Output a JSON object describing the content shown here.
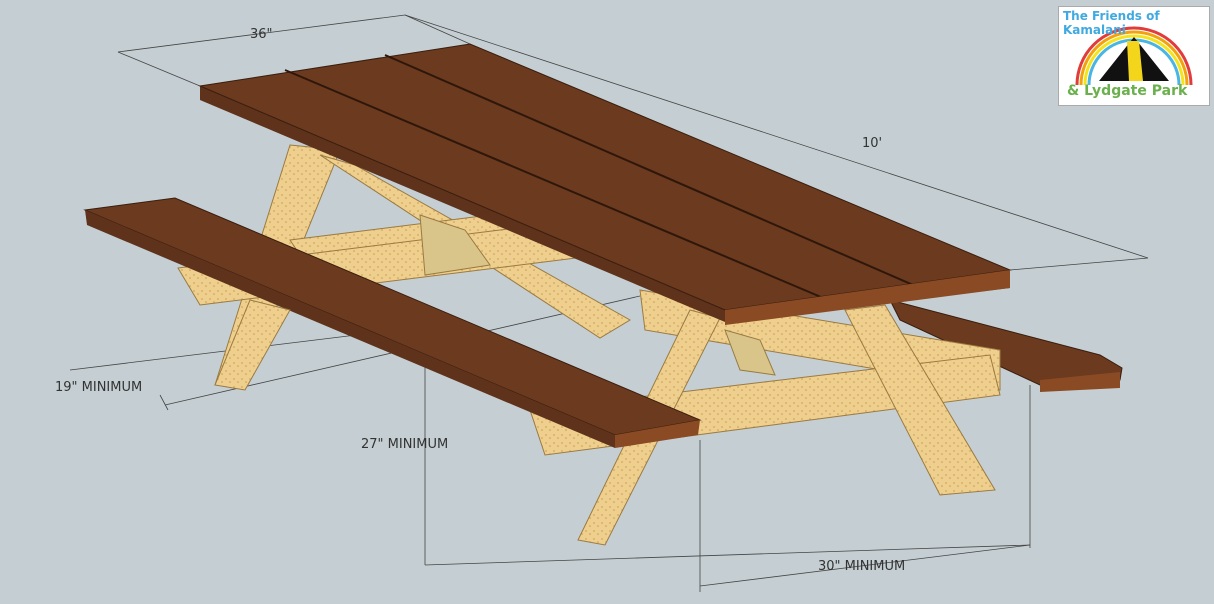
{
  "dimensions": {
    "top_width": "36\"",
    "length": "10'",
    "bench_offset": "19\" MINIMUM",
    "top_height": "27\" MINIMUM",
    "bench_spacing": "30\" MINIMUM"
  },
  "logo": {
    "line1": "The Friends of Kamalani",
    "line2": "& Lydgate Park"
  },
  "colors": {
    "background": "#c5cfd3",
    "wood_top": "#6b3a1f",
    "wood_frame": "#efcf8d"
  }
}
